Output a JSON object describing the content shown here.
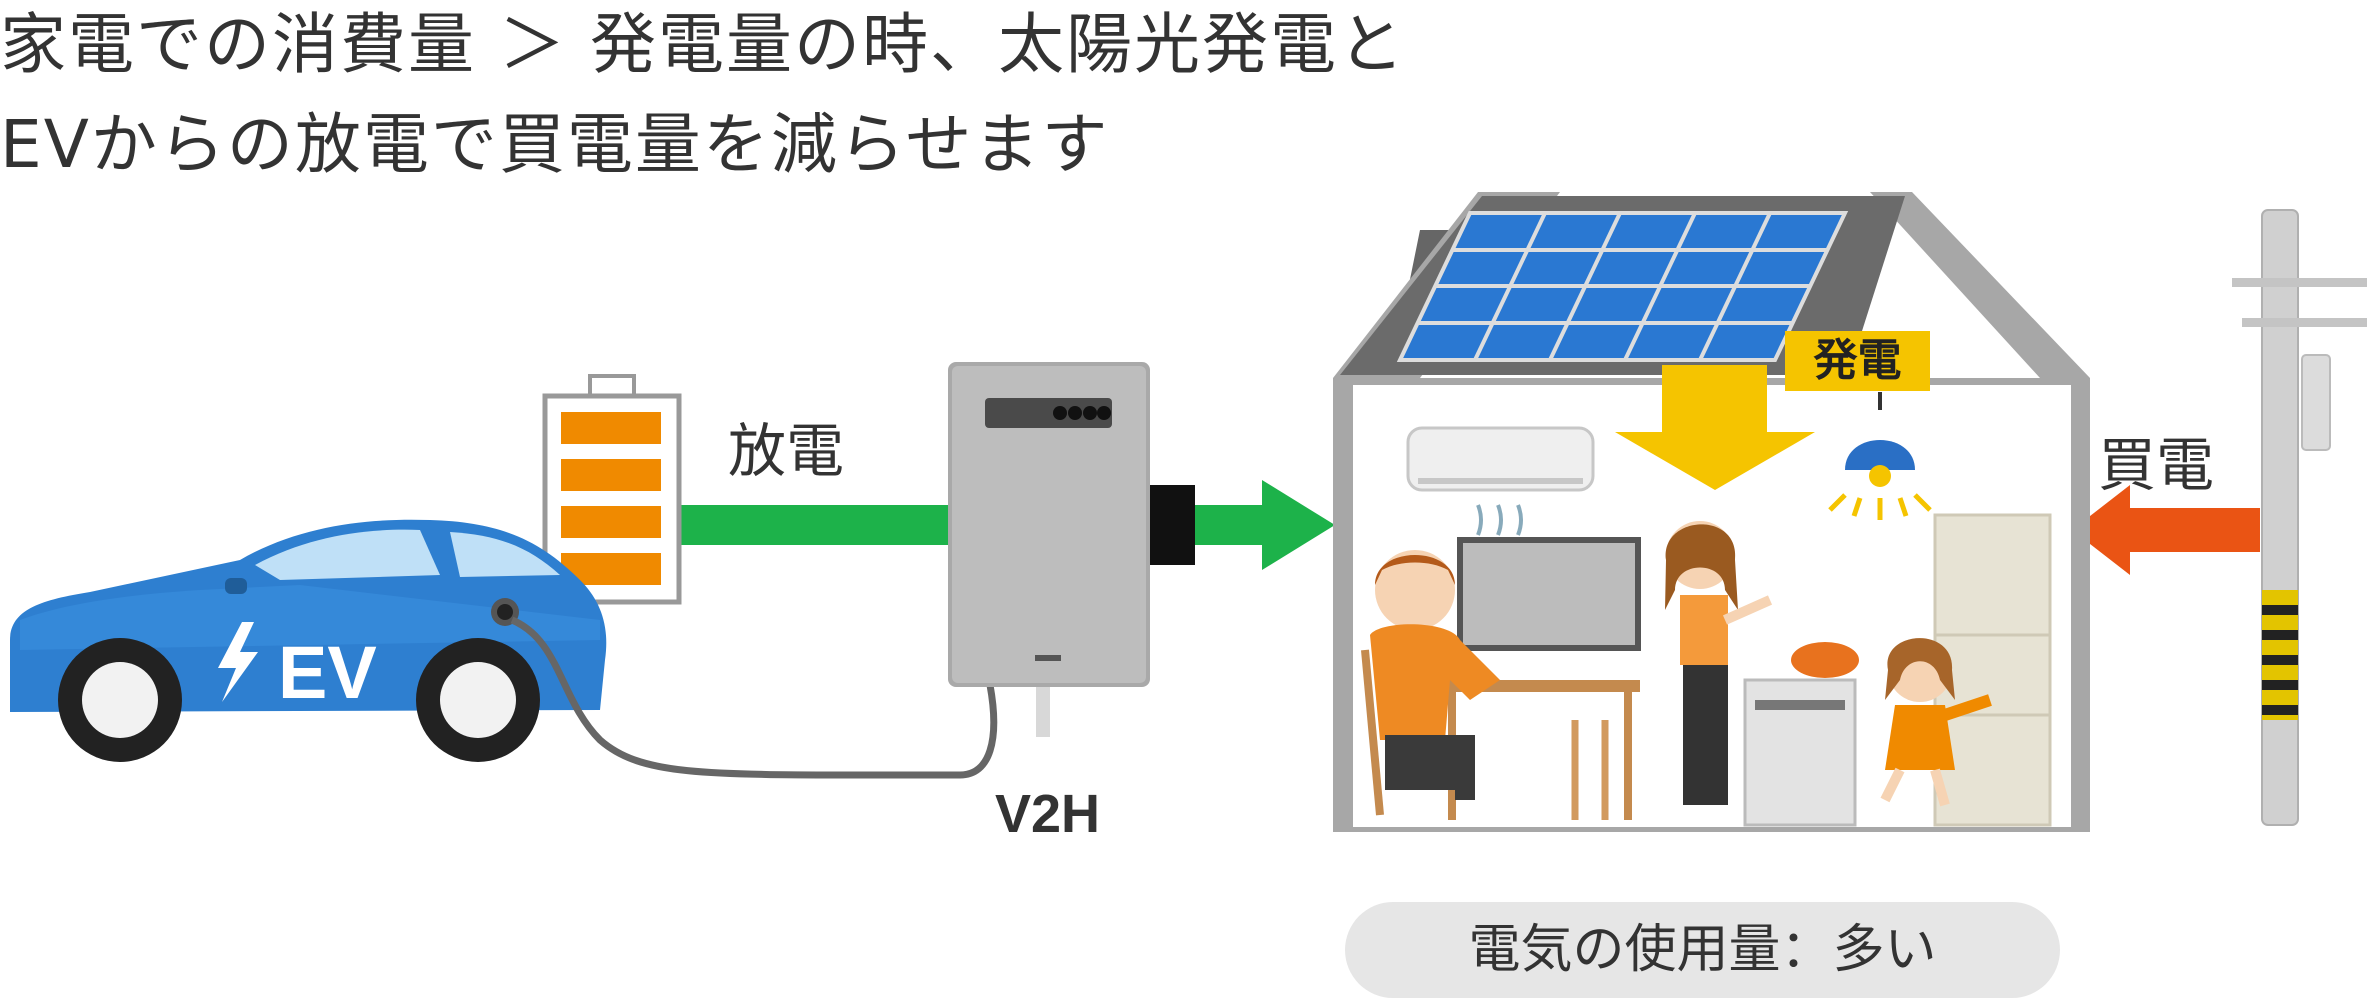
{
  "headline": {
    "line1": "家電での消費量 ＞ 発電量の時、太陽光発電と",
    "line2": "EVからの放電で買電量を減らせます"
  },
  "labels": {
    "discharge": "放電",
    "buy_power": "買電",
    "generation": "発電",
    "v2h": "V2H",
    "usage": "電気の使用量：多い",
    "ev": "EV"
  },
  "colors": {
    "ev_body": "#2e7fd0",
    "battery_fill": "#f08a00",
    "discharge_arrow": "#1db24a",
    "buy_arrow": "#ea5414",
    "generation_arrow": "#f5c400",
    "solar_panel": "#2a78d2",
    "house_frame": "#a7a7a7",
    "roof": "#666666"
  },
  "battery": {
    "bars_filled": 4,
    "bars_total": 4
  }
}
